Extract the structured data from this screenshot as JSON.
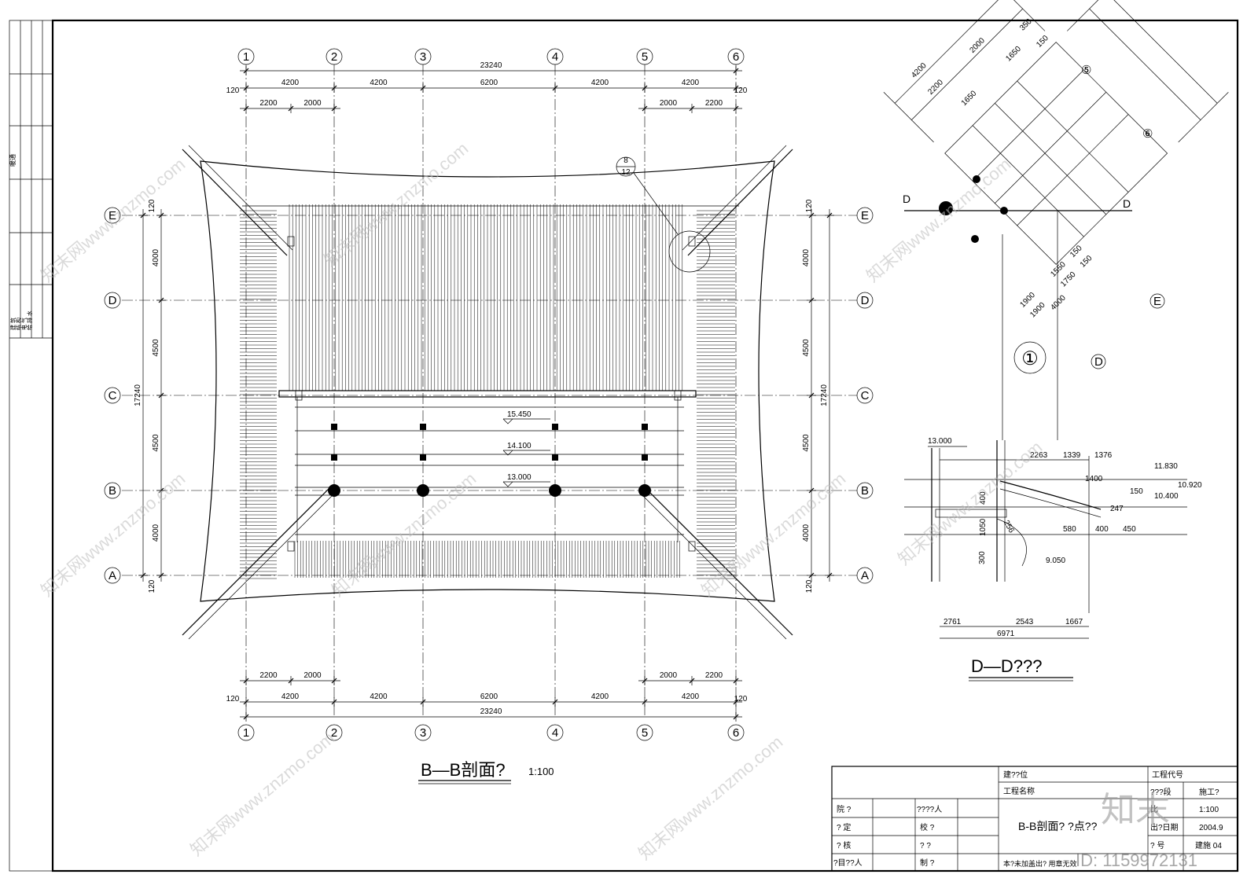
{
  "plan": {
    "grid_cols": [
      "①",
      "②",
      "③",
      "④",
      "⑤",
      "⑥"
    ],
    "grid_rows": [
      "E",
      "D",
      "C",
      "B",
      "A"
    ],
    "top_total": "23240",
    "top_spans": [
      "4200",
      "4200",
      "6200",
      "4200",
      "4200"
    ],
    "top_sub": [
      "2200",
      "2000",
      "2000",
      "2200"
    ],
    "edge_offset": "120",
    "left_total": "17240",
    "row_spans": [
      "4000",
      "4500",
      "4500",
      "4000"
    ],
    "bottom_total": "23240",
    "bottom_spans": [
      "4200",
      "4200",
      "6200",
      "4200",
      "4200"
    ],
    "bottom_sub": [
      "2200",
      "2000",
      "2000",
      "2200"
    ],
    "elevations": [
      "15.450",
      "14.100",
      "13.000"
    ],
    "detail_ref_top": "8",
    "detail_ref_bottom": "12",
    "title": "B—B剖面?",
    "scale": "1:100"
  },
  "corner_detail": {
    "axis_labels": [
      "⑤",
      "⑥",
      "E",
      "D"
    ],
    "dims_upper": [
      "4200",
      "2200",
      "2000",
      "1650",
      "1650",
      "350",
      "150"
    ],
    "dims_lower": [
      "4000",
      "1900",
      "1900",
      "1750",
      "1550",
      "150",
      "150"
    ],
    "section_mark": "D",
    "circle_label": "①"
  },
  "section_dd": {
    "title": "D—D???",
    "elevations": [
      "13.000",
      "11.830",
      "10.920",
      "10.400",
      "9.050"
    ],
    "dims_top": [
      "2263",
      "1339",
      "1376"
    ],
    "dims_mid": [
      "1400",
      "580",
      "400",
      "450",
      "150",
      "247"
    ],
    "dims_left": [
      "400",
      "1050",
      "300"
    ],
    "dims_bottom": [
      "2761",
      "2543",
      "1667"
    ],
    "total": "6971",
    "angle_dim": "256"
  },
  "left_margin": {
    "labels": [
      "暖通",
      "建 筑",
      "结 构",
      "电 气",
      "给 排 水"
    ]
  },
  "title_block": {
    "design_unit_label": "建??位",
    "project_name_label": "工程名称",
    "project_code_label": "工程代号",
    "phase_label": "???段",
    "phase_value": "施工?",
    "scale_label": "比",
    "scale_value": "1:100",
    "date_label": "出?日期",
    "date_value": "2004.9",
    "drawing_no_label": "?  号",
    "drawing_no_value": "建施 04",
    "drawing_title": "B-B剖面?  ?点??",
    "note": "本?未加盖出?  用章无效",
    "roles": [
      "院   ?",
      "?   定",
      "?   核",
      "?目??人"
    ],
    "roles2": [
      "????人",
      "校   ?",
      "?   ?",
      "制   ?"
    ]
  },
  "watermark": {
    "text": "知末网www.znzmo.com",
    "logo": "知末",
    "id": "ID: 1159972131"
  }
}
